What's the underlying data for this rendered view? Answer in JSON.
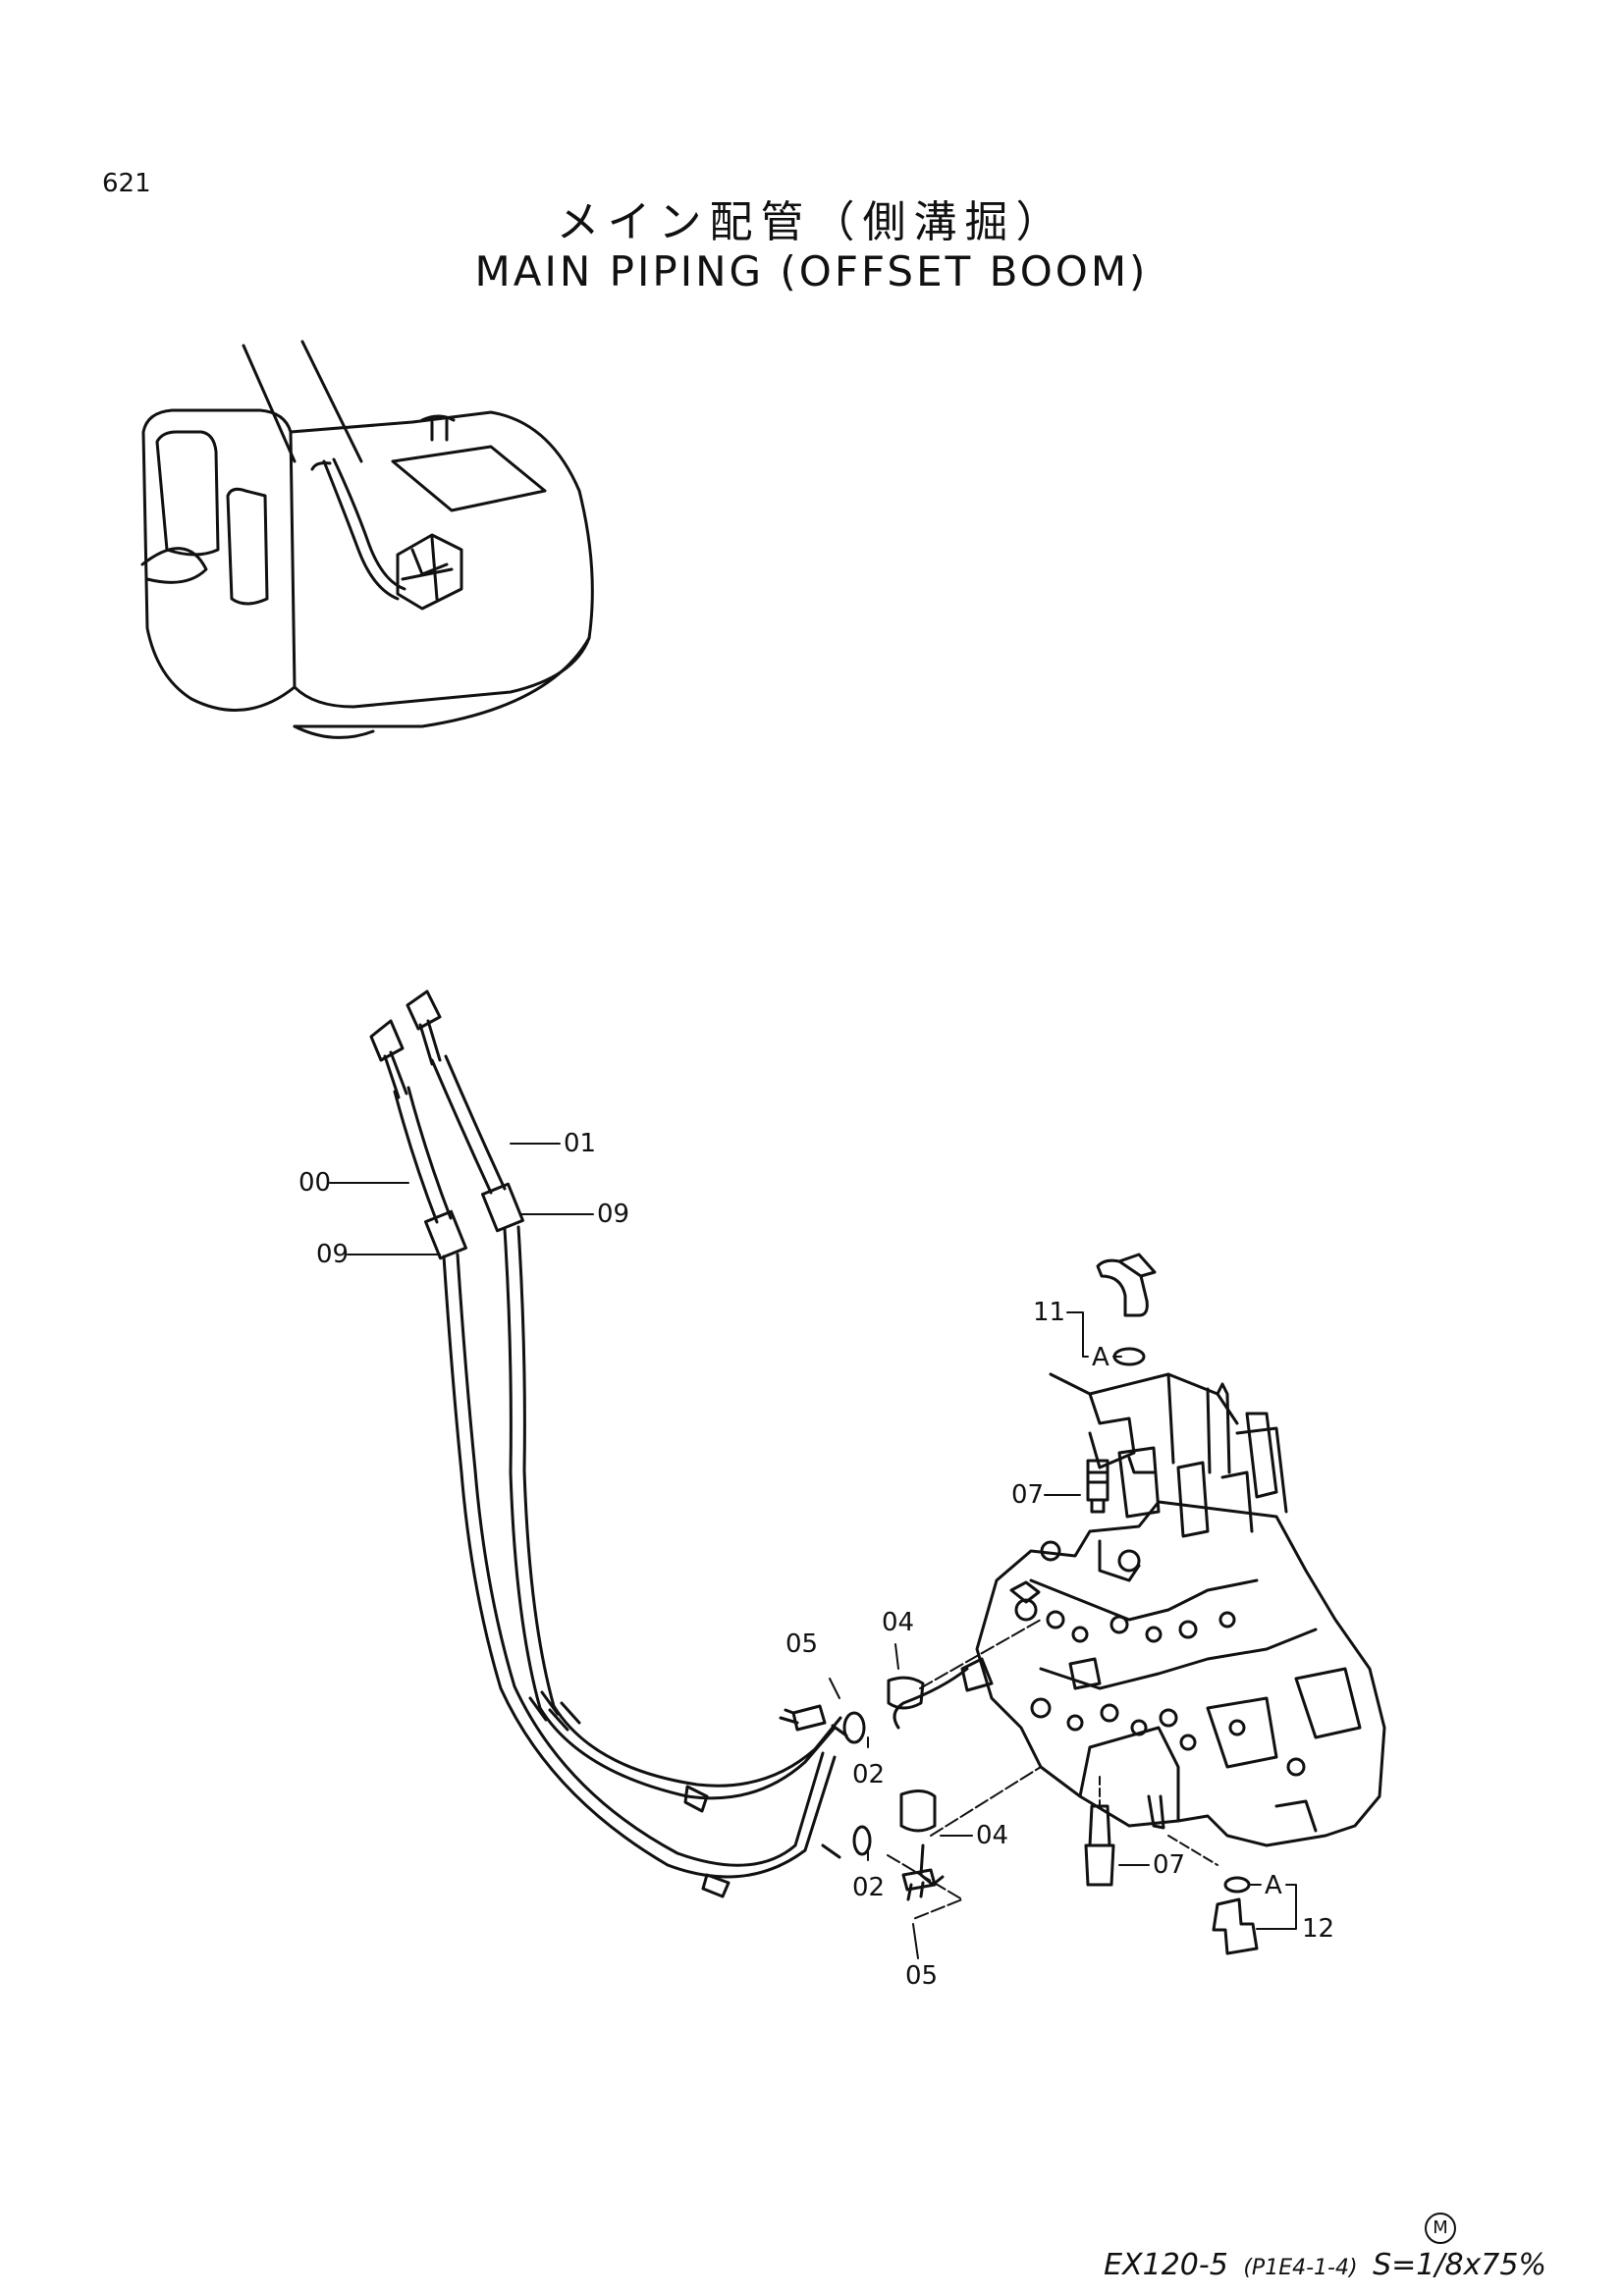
{
  "page_number": "621",
  "title_jp": "メイン配管（側溝掘）",
  "title_en": "MAIN PIPING (OFFSET BOOM)",
  "labels": {
    "p00": "00",
    "p01": "01",
    "p09a": "09",
    "p09b": "09",
    "p11": "11",
    "pA1": "A",
    "p07a": "07",
    "p05a": "05",
    "p04a": "04",
    "p02a": "02",
    "p04b": "04",
    "p02b": "02",
    "p07b": "07",
    "pA2": "A",
    "p12": "12",
    "p05b": "05"
  },
  "footer": {
    "model": "EX120-5",
    "code": "(P1E4-1-4)",
    "scale": "S=1/8x75%",
    "stamp": "M"
  }
}
